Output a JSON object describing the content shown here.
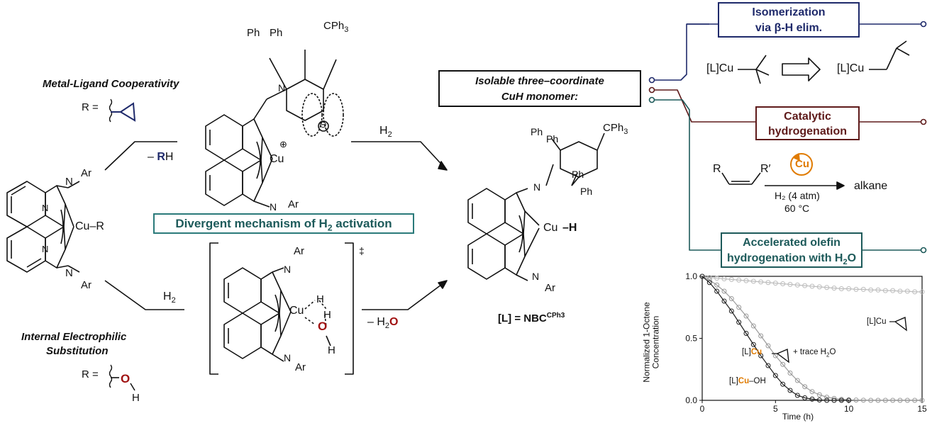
{
  "labels": {
    "mlc_title": "Metal-Ligand Cooperativity",
    "ies_title_1": "Internal Electrophilic",
    "ies_title_2": "Substitution",
    "r_equals": "R =",
    "minus_r": "–",
    "r_bold": "R",
    "h_after_r": "H",
    "h2_top": "H",
    "h2_bottom": "H",
    "minus_h2o_prefix": "– H",
    "o_red": "O",
    "divergent": "Divergent mechanism of H",
    "divergent_end": " activation",
    "cu_r": "Cu–R",
    "cu_plus": "Cu",
    "cu_ts": "Cu",
    "cu_h_cu": "Cu",
    "cu_h_h": "–H",
    "ar": "Ar",
    "n": "N",
    "ph": "Ph",
    "cph3": "CPh",
    "three": "3",
    "two": "2",
    "dagger": "‡",
    "L_def_a": "[L] = NBC",
    "L_def_sup": "CPh3",
    "isolable_1": "Isolable three–coordinate",
    "isolable_2": "CuH monomer:",
    "isom_1": "Isomerization",
    "isom_2": "via β-H elim.",
    "cat_1": "Catalytic",
    "cat_2": "hydrogenation",
    "acc_1": "Accelerated olefin",
    "acc_2": "hydrogenation with H",
    "acc_2_end": "O",
    "lcu": "[L]Cu",
    "r": "R",
    "rprime": "R′",
    "cu_circle": "Cu",
    "h2_4atm": "H₂ (4 atm)",
    "temp": "60 °C",
    "alkane": "alkane",
    "lbl_cu_oh_a": "[L]",
    "lbl_cu_oh_b": "Cu",
    "lbl_cu_oh_c": "–OH",
    "lbl_trace_a": "[L]",
    "lbl_trace_b": "Cu",
    "lbl_trace_c": "+ trace H",
    "lbl_trace_d": "O",
    "lbl_cp_a": "[L]Cu",
    "ylabel_1": "Normalized 1-Octene",
    "ylabel_2": "Concentration"
  },
  "colors": {
    "navy": "#1f2a6b",
    "maroon": "#5e1a1a",
    "teal": "#1d5a5a",
    "cu_orange": "#e07b00",
    "red_o": "#a01010",
    "divergent_bg": "#ffffff",
    "divergent_border": "#2a7a7a"
  },
  "chart_data": {
    "type": "scatter",
    "xlabel": "Time (h)",
    "ylabel": "Normalized 1-Octene Concentration",
    "xlim": [
      0,
      15
    ],
    "ylim": [
      0,
      1.0
    ],
    "xticks": [
      0,
      5,
      10,
      15
    ],
    "yticks": [
      0.0,
      0.5,
      1.0
    ],
    "ytick_labels": [
      "0.0",
      "0.5",
      "1.0"
    ],
    "series": [
      {
        "name": "[L]Cu–cyclopropyl",
        "color": "#bdbdbd",
        "x": [
          0,
          0.5,
          1,
          1.5,
          2,
          2.5,
          3,
          3.5,
          4,
          4.5,
          5,
          5.5,
          6,
          6.5,
          7,
          7.5,
          8,
          8.5,
          9,
          9.5,
          10,
          10.5,
          11,
          11.5,
          12,
          12.5,
          13,
          13.5,
          14,
          14.5,
          15
        ],
        "y": [
          1.0,
          0.99,
          0.985,
          0.98,
          0.975,
          0.97,
          0.965,
          0.96,
          0.955,
          0.95,
          0.945,
          0.94,
          0.935,
          0.93,
          0.925,
          0.92,
          0.915,
          0.91,
          0.905,
          0.9,
          0.9,
          0.895,
          0.895,
          0.89,
          0.89,
          0.885,
          0.885,
          0.88,
          0.88,
          0.875,
          0.875
        ]
      },
      {
        "name": "[L]Cu–cyclopropyl + trace H2O",
        "color": "#9a9a9a",
        "x": [
          0,
          0.5,
          1,
          1.5,
          2,
          2.5,
          3,
          3.5,
          4,
          4.5,
          5,
          5.5,
          6,
          6.5,
          7,
          7.5,
          8,
          8.5,
          9,
          9.5,
          10,
          10.5,
          11,
          11.5,
          12,
          12.5,
          13,
          13.5,
          14,
          14.5,
          15
        ],
        "y": [
          1.0,
          0.97,
          0.93,
          0.88,
          0.82,
          0.75,
          0.68,
          0.6,
          0.52,
          0.44,
          0.36,
          0.29,
          0.22,
          0.16,
          0.11,
          0.07,
          0.045,
          0.025,
          0.015,
          0.008,
          0.004,
          0.002,
          0.001,
          0,
          0,
          0,
          0,
          0,
          0,
          0,
          0
        ]
      },
      {
        "name": "[L]Cu–OH",
        "color": "#202020",
        "x": [
          0,
          0.5,
          1,
          1.5,
          2,
          2.5,
          3,
          3.5,
          4,
          4.5,
          5,
          5.5,
          6,
          6.5,
          7,
          7.5,
          8,
          8.5,
          9,
          9.5,
          10
        ],
        "y": [
          1.0,
          0.95,
          0.88,
          0.8,
          0.72,
          0.63,
          0.54,
          0.45,
          0.36,
          0.28,
          0.2,
          0.13,
          0.08,
          0.04,
          0.02,
          0.01,
          0.003,
          0,
          0,
          0,
          0
        ]
      }
    ]
  }
}
